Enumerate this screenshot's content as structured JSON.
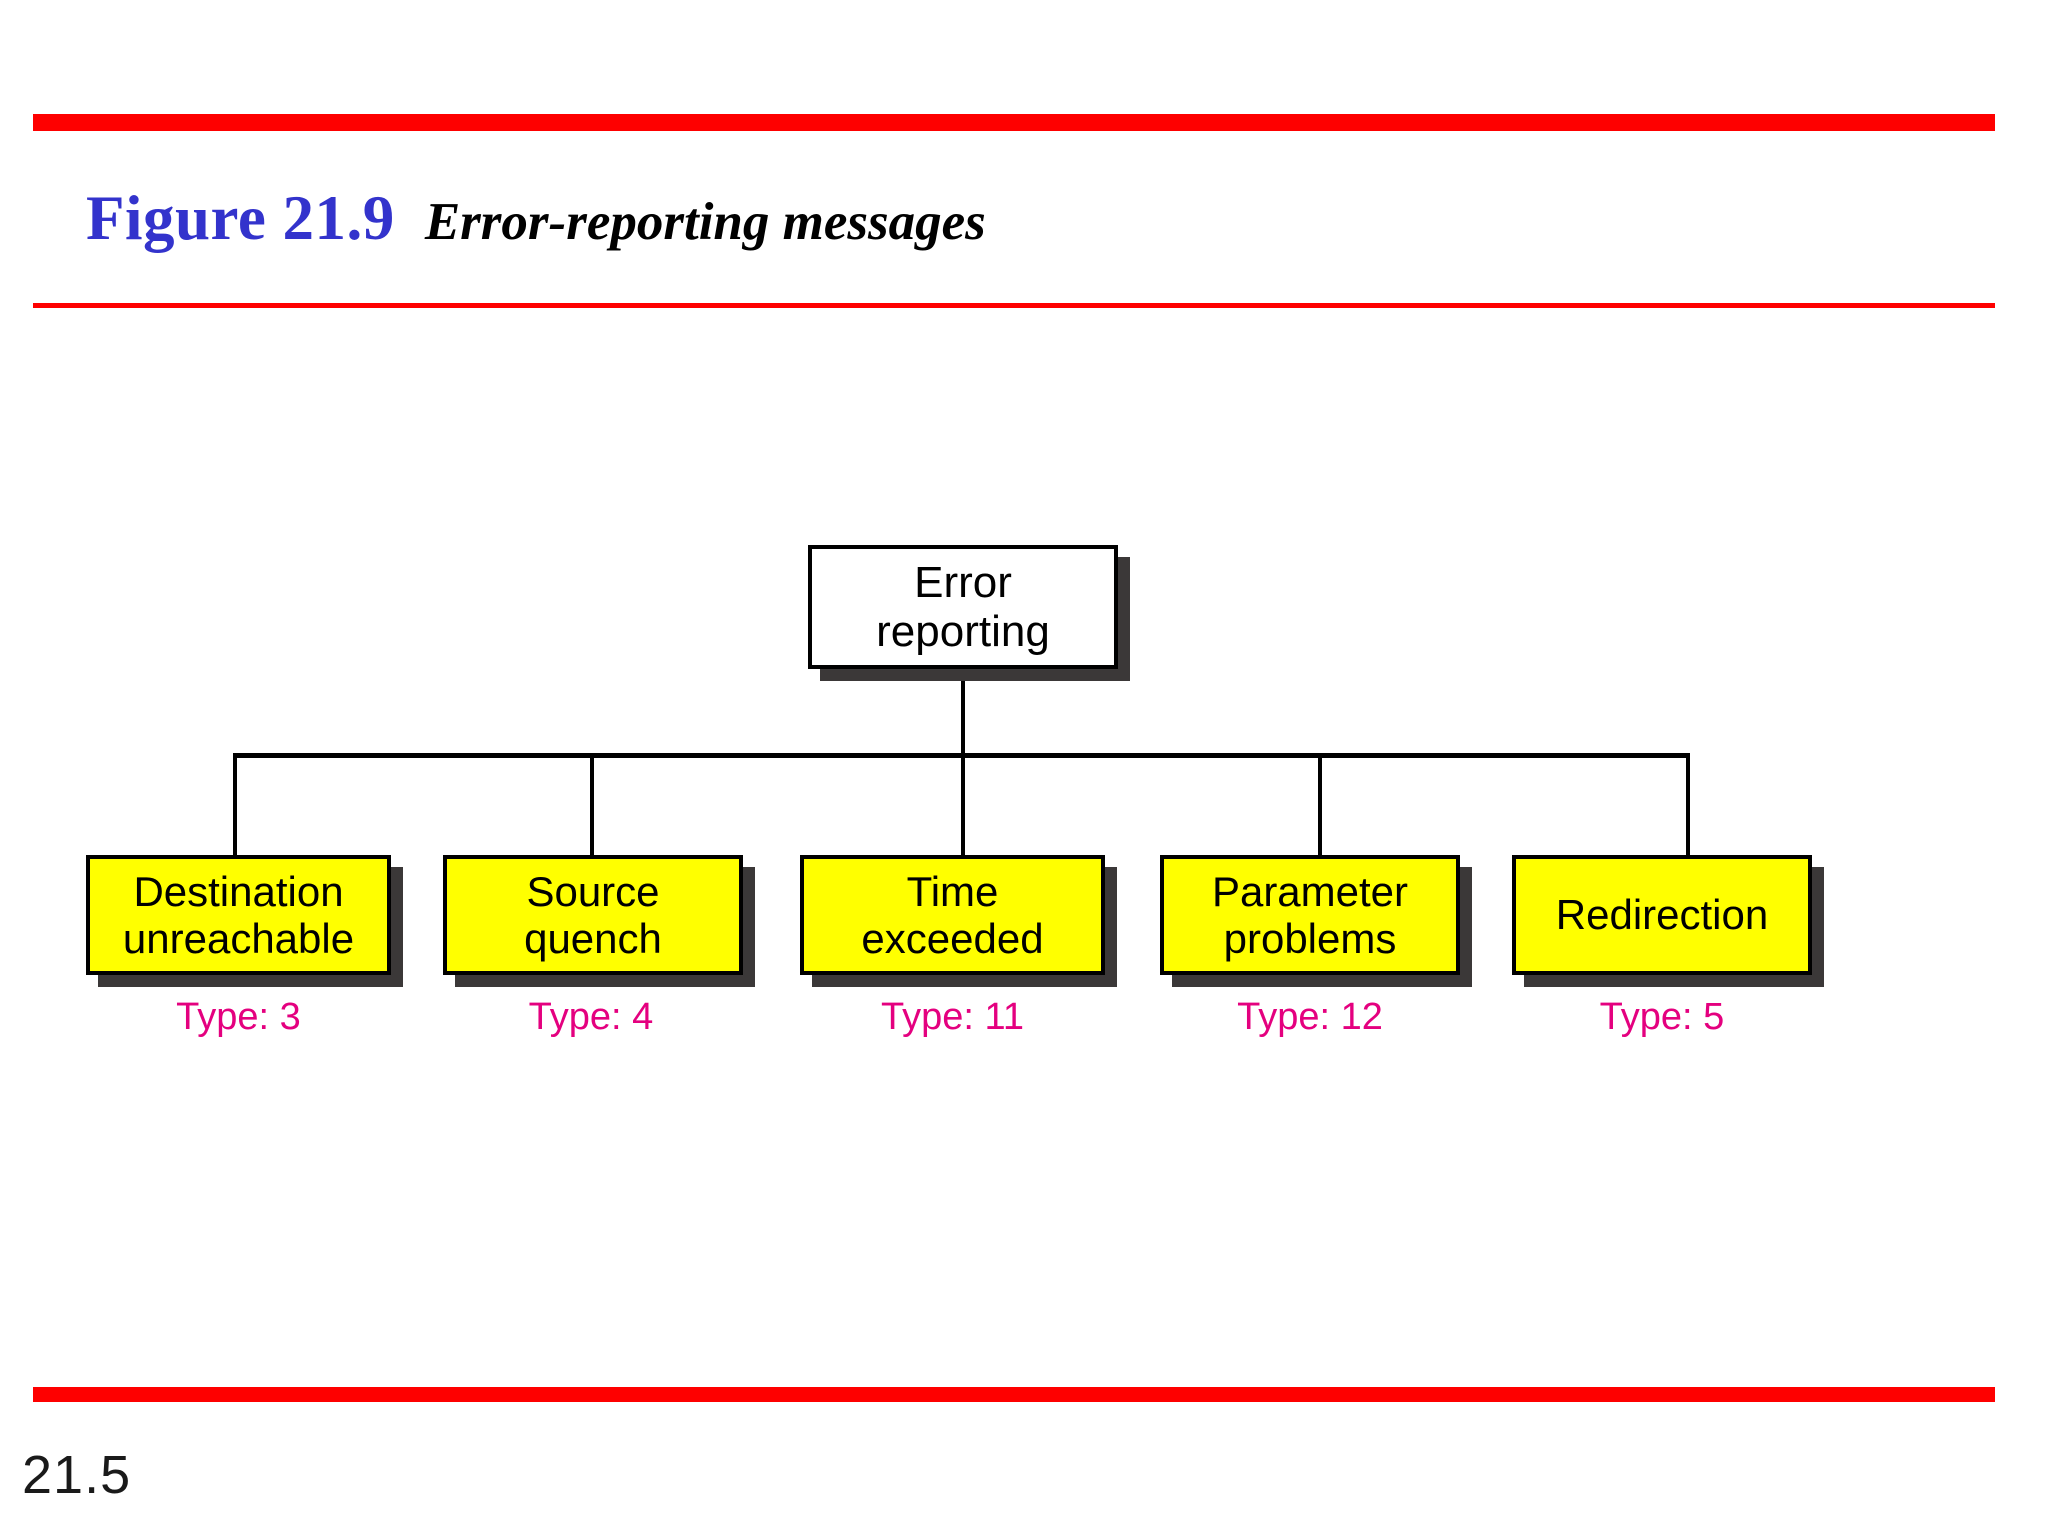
{
  "slide": {
    "figure_number": "Figure 21.9",
    "figure_title": "Error-reporting messages",
    "page_number": "21.5",
    "accent_color": "#fe0000",
    "figure_number_color": "#3333cc",
    "type_label_color": "#e4007f",
    "leaf_fill_color": "#ffff00",
    "root_fill_color": "#ffffff"
  },
  "diagram": {
    "type": "tree",
    "root": {
      "line1": "Error",
      "line2": "reporting"
    },
    "leaves": [
      {
        "line1": "Destination",
        "line2": "unreachable",
        "type_label": "Type: 3"
      },
      {
        "line1": "Source",
        "line2": "quench",
        "type_label": "Type: 4"
      },
      {
        "line1": "Time",
        "line2": "exceeded",
        "type_label": "Type: 11"
      },
      {
        "line1": "Parameter",
        "line2": "problems",
        "type_label": "Type: 12"
      },
      {
        "line1": "Redirection",
        "line2": "",
        "type_label": "Type: 5"
      }
    ]
  }
}
